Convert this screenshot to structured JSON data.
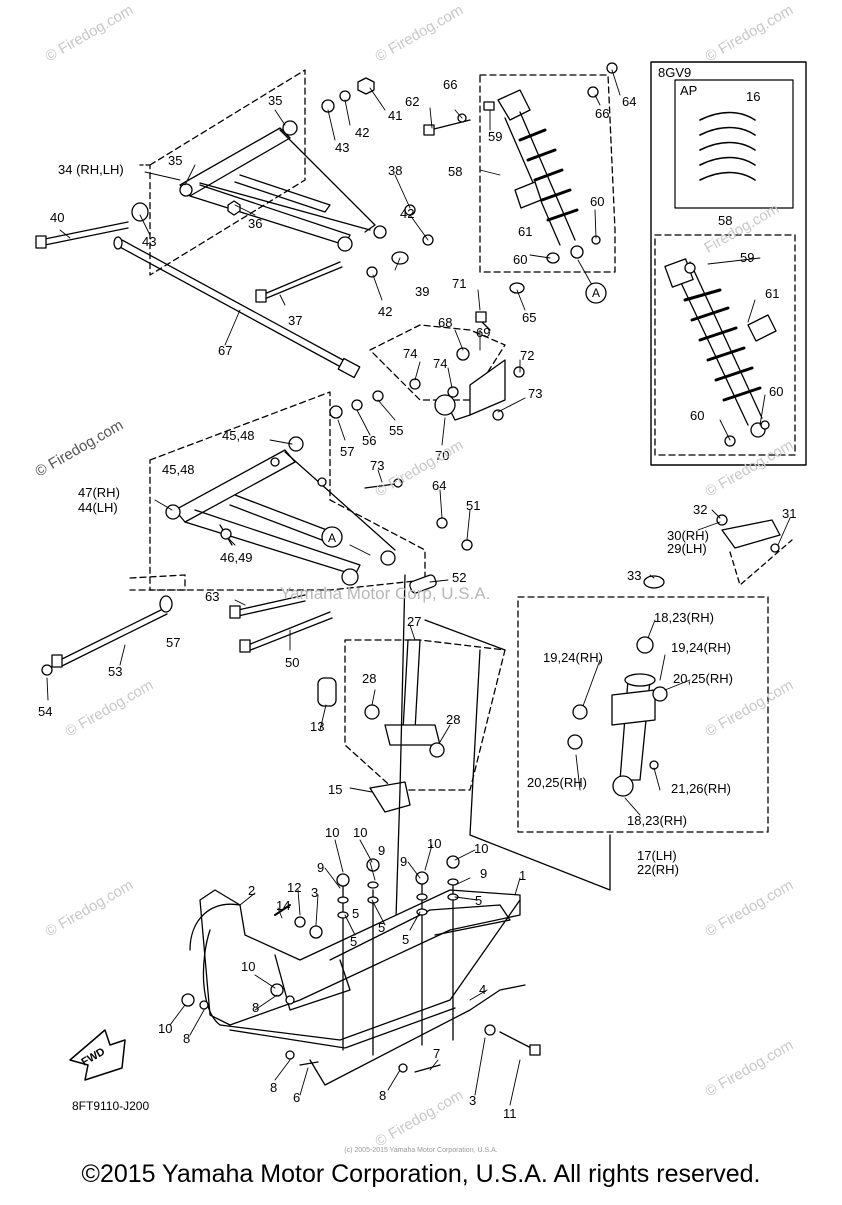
{
  "watermark": "© Firedog.com",
  "watermark2": "Firedog.com",
  "yamaha_watermark": "Yamaha Motor Corp, U.S.A.",
  "copyright": "©2015 Yamaha Motor Corporation, U.S.A. All rights reserved.",
  "tiny_copyright": "(c) 2005-2015 Yamaha Motor Corporation, U.S.A.",
  "diagram_code": "8FT9110-J200",
  "fwd_label": "FWD",
  "inset": {
    "model": "8GV9",
    "kit": "AP",
    "part_16": "16",
    "part_58": "58"
  },
  "part_labels": [
    "35",
    "35",
    "34 (RH,LH)",
    "36",
    "40",
    "43",
    "43",
    "42",
    "41",
    "38",
    "42",
    "42",
    "39",
    "37",
    "67",
    "62",
    "66",
    "66",
    "64",
    "59",
    "58",
    "60",
    "61",
    "60",
    "65",
    "A",
    "59",
    "61",
    "60",
    "60",
    "71",
    "68",
    "69",
    "72",
    "74",
    "74",
    "73",
    "70",
    "45,48",
    "57",
    "56",
    "55",
    "73",
    "47(RH)",
    "44(LH)",
    "45,48",
    "64",
    "51",
    "46,49",
    "A",
    "52",
    "53",
    "54",
    "63",
    "50",
    "57",
    "27",
    "28",
    "28",
    "13",
    "15",
    "32",
    "31",
    "30(RH)",
    "29(LH)",
    "33",
    "18,23(RH)",
    "19,24(RH)",
    "19,24(RH)",
    "20,25(RH)",
    "20,25(RH)",
    "21,26(RH)",
    "18,23(RH)",
    "17(LH)",
    "22(RH)",
    "10",
    "10",
    "10",
    "10",
    "9",
    "9",
    "9",
    "9",
    "5",
    "5",
    "5",
    "5",
    "5",
    "3",
    "12",
    "14",
    "2",
    "1",
    "4",
    "10",
    "8",
    "10",
    "8",
    "8",
    "6",
    "8",
    "7",
    "3",
    "11"
  ]
}
